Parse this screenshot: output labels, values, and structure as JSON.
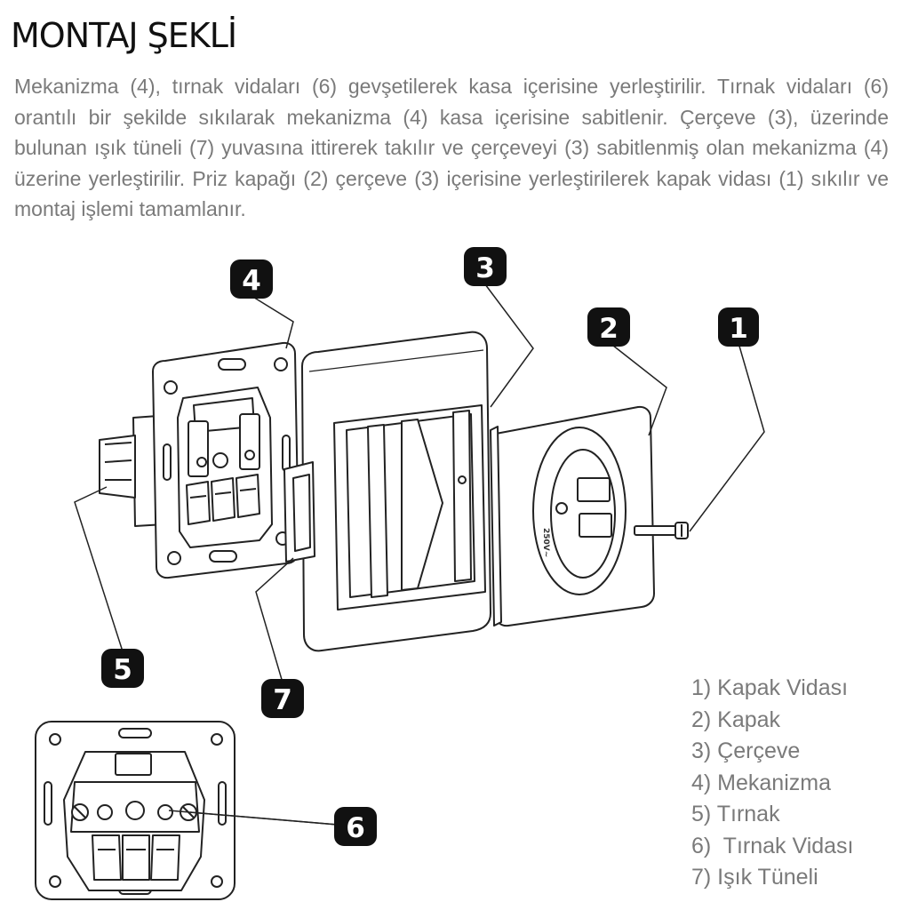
{
  "title": "MONTAJ ŞEKLİ",
  "description": "Mekanizma (4), tırnak vidaları (6) gevşetilerek kasa içerisine yerleştirilir. Tırnak vidaları (6) orantılı bir şekilde sıkılarak mekanizma (4) kasa içerisine sabitlenir. Çerçeve (3), üzerinde bulunan ışık tüneli (7) yuvasına ittirerek takılır ve çerçeveyi (3) sabitlenmiş olan mekanizma (4) üzerine yerleştirilir. Priz kapağı (2) çerçeve (3) içerisine yerleştirilerek kapak vidası (1) sıkılır ve montaj işlemi tamamlanır.",
  "badges": {
    "b1": "1",
    "b2": "2",
    "b3": "3",
    "b4": "4",
    "b5": "5",
    "b6": "6",
    "b7": "7"
  },
  "voltage_label": "250V~",
  "legend": [
    "1) Kapak Vidası",
    "2) Kapak",
    "3) Çerçeve",
    "4) Mekanizma",
    "5) Tırnak",
    "6)  Tırnak Vidası",
    "7) Işık Tüneli"
  ],
  "colors": {
    "badge": "#111111",
    "text": "#7a7a7a",
    "line": "#222222"
  }
}
